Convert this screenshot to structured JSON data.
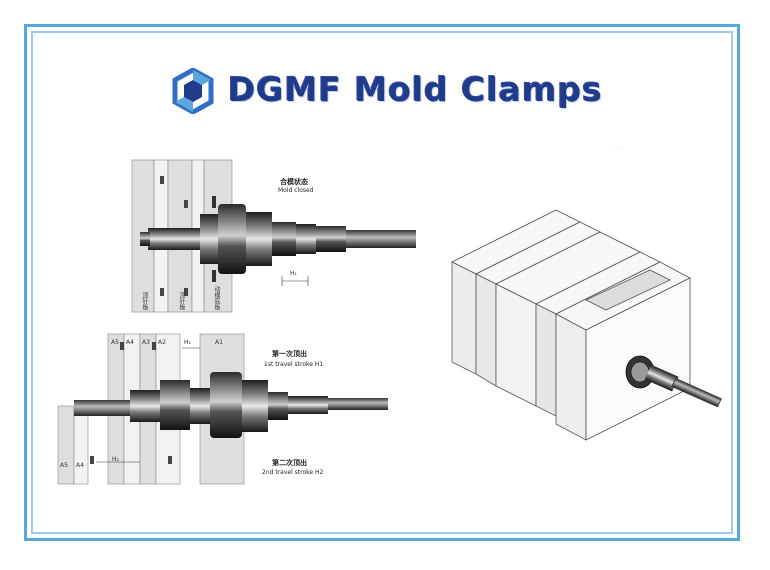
{
  "header": {
    "title": "DGMF Mold Clamps",
    "brand_color": "#1f3b8a",
    "logo_icon": "dgmf-hexagon-logo-icon"
  },
  "figure_top": {
    "caption_cn": "合模状态",
    "caption_en": "Mold closed",
    "plate_labels": [
      "顶针板",
      "顶针板",
      "动模底板"
    ],
    "dim_label": "H₁"
  },
  "figure_bottom": {
    "caption1_cn": "第一次顶出",
    "caption1_en": "1st travel stroke H1",
    "caption2_cn": "第二次顶出",
    "caption2_en": "2nd travel stroke H2",
    "plate_labels_top": [
      "A5",
      "A4",
      "A3",
      "A2",
      "A1"
    ],
    "plate_labels_bottom": [
      "A5",
      "A4"
    ],
    "dim_label_1": "H₁",
    "dim_label_2": "H₂"
  },
  "colors": {
    "frame": "#5aa7e0",
    "frame_inner": "#9ccbef",
    "plate": "#dcdcdc",
    "steel_dark": "#2b2b2b"
  }
}
